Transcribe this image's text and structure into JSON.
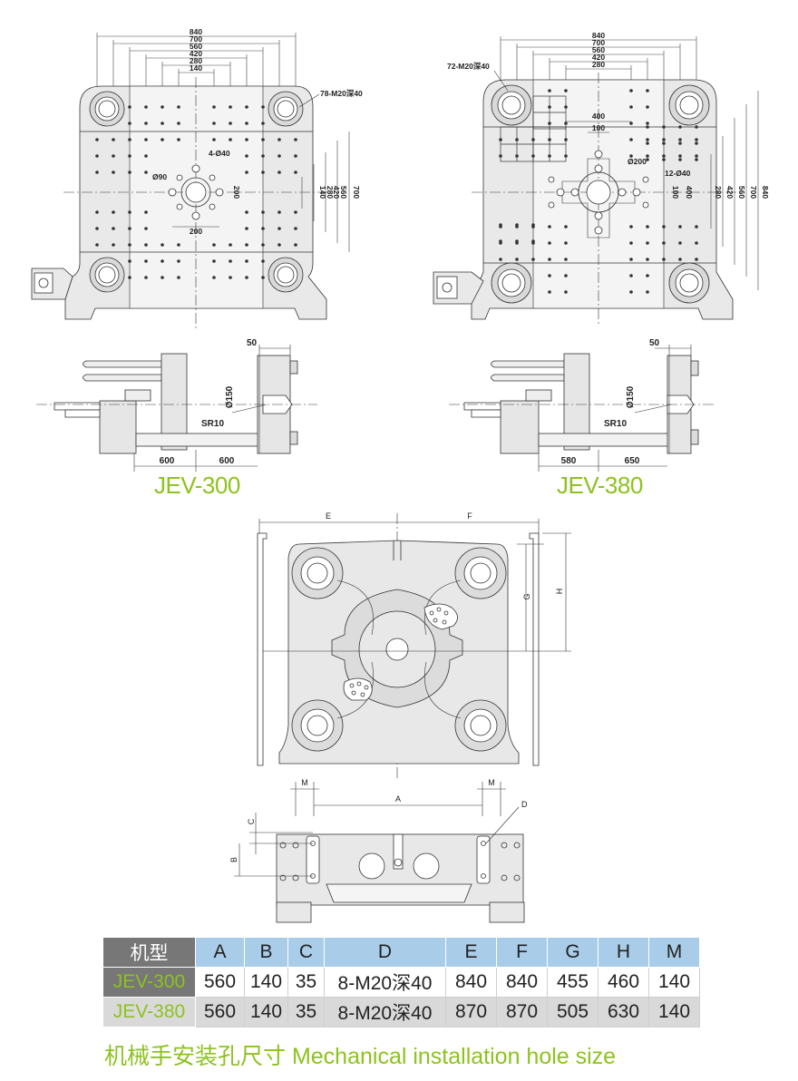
{
  "jev300": {
    "label": "JEV-300",
    "widths": [
      "840",
      "700",
      "560",
      "420",
      "280",
      "140"
    ],
    "heights": [
      "700",
      "560",
      "420",
      "280",
      "140"
    ],
    "holes_note": "78-M20深40",
    "four_holes": "4-Ø40",
    "center_dia": "Ø90",
    "dim_200_h": "200",
    "dim_200_v": "200",
    "side_50": "50",
    "side_dia": "Ø150",
    "side_sr": "SR10",
    "side_left": "600",
    "side_right": "600"
  },
  "jev380": {
    "label": "JEV-380",
    "widths": [
      "840",
      "700",
      "560",
      "420",
      "280"
    ],
    "heights": [
      "840",
      "700",
      "560",
      "420",
      "280"
    ],
    "holes_note": "72-M20深40",
    "dim_400_top": "400",
    "dim_100_top": "100",
    "center_dia": "Ø200",
    "twelve_holes": "12-Ø40",
    "dim_100_v": "100",
    "dim_400_v": "400",
    "side_50": "50",
    "side_dia": "Ø150",
    "side_sr": "SR10",
    "side_left": "580",
    "side_right": "650"
  },
  "robot_front": {
    "E": "E",
    "F": "F",
    "G": "G",
    "H": "H"
  },
  "robot_side": {
    "M1": "M",
    "M2": "M",
    "A": "A",
    "C": "C",
    "B": "B",
    "D": "D"
  },
  "table": {
    "headers": [
      "机型",
      "A",
      "B",
      "C",
      "D",
      "E",
      "F",
      "G",
      "H",
      "M"
    ],
    "rows": [
      [
        "JEV-300",
        "560",
        "140",
        "35",
        "8-M20深40",
        "840",
        "840",
        "455",
        "460",
        "140"
      ],
      [
        "JEV-380",
        "560",
        "140",
        "35",
        "8-M20深40",
        "870",
        "870",
        "505",
        "630",
        "140"
      ]
    ]
  },
  "caption": "机械手安装孔尺寸  Mechanical installation hole size",
  "colors": {
    "accent_green": "#8dc21f",
    "header_blue": "#a9cde8",
    "header_gray": "#777777"
  }
}
